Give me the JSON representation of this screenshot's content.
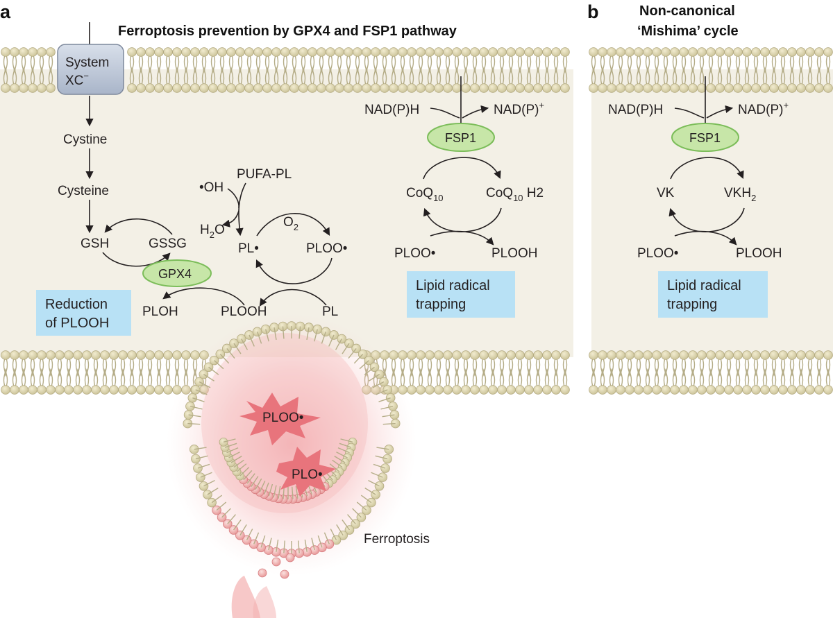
{
  "panel_a": {
    "letter": "a",
    "title": "Ferroptosis prevention by GPX4 and FSP1 pathway",
    "transporter": {
      "line1": "System",
      "line2": "XC",
      "sup": "−"
    },
    "cystine": "Cystine",
    "cysteine": "Cysteine",
    "gsh": "GSH",
    "gssg": "GSSG",
    "gpx4": "GPX4",
    "ploh": "PLOH",
    "plooh": "PLOOH",
    "reduction_box": {
      "line1": "Reduction",
      "line2": "of PLOOH"
    },
    "pufa_pl": "PUFA-PL",
    "oh_radical": "•OH",
    "h2o": {
      "base": "H",
      "sub": "2",
      "rest": "O"
    },
    "pl_radical": "PL•",
    "o2": {
      "base": "O",
      "sub": "2"
    },
    "ploo_radical": "PLOO•",
    "pl": "PL",
    "fsp1_cycle": {
      "nadph": "NAD(P)H",
      "nadp": "NAD(P)",
      "nadp_sup": "+",
      "enzyme": "FSP1",
      "coq_left": {
        "base": "CoQ",
        "sub": "10"
      },
      "coq_right": {
        "base": "CoQ",
        "sub": "10",
        "rest": " H2"
      },
      "ploo": "PLOO•",
      "plooh": "PLOOH",
      "box": {
        "line1": "Lipid radical",
        "line2": "trapping"
      }
    },
    "burst_ploo": "PLOO•",
    "burst_plo": "PLO•",
    "ferroptosis": "Ferroptosis"
  },
  "panel_b": {
    "letter": "b",
    "title_line1": "Non-canonical",
    "title_line2": "‘Mishima’  cycle",
    "nadph": "NAD(P)H",
    "nadp": "NAD(P)",
    "nadp_sup": "+",
    "enzyme": "FSP1",
    "vk": "VK",
    "vkh2": {
      "base": "VKH",
      "sub": "2"
    },
    "ploo": "PLOO•",
    "plooh": "PLOOH",
    "box": {
      "line1": "Lipid radical",
      "line2": "trapping"
    }
  },
  "colors": {
    "cytoplasm": "#f3f0e6",
    "lipid_head": "#ddd6b0",
    "lipid_tail": "#b5ad88",
    "enzyme_fill": "#c7e6a8",
    "enzyme_stroke": "#7cbd5a",
    "info_box": "#b8e1f5",
    "radical_burst": "#e8747c",
    "transporter": "#b9c5d8"
  }
}
